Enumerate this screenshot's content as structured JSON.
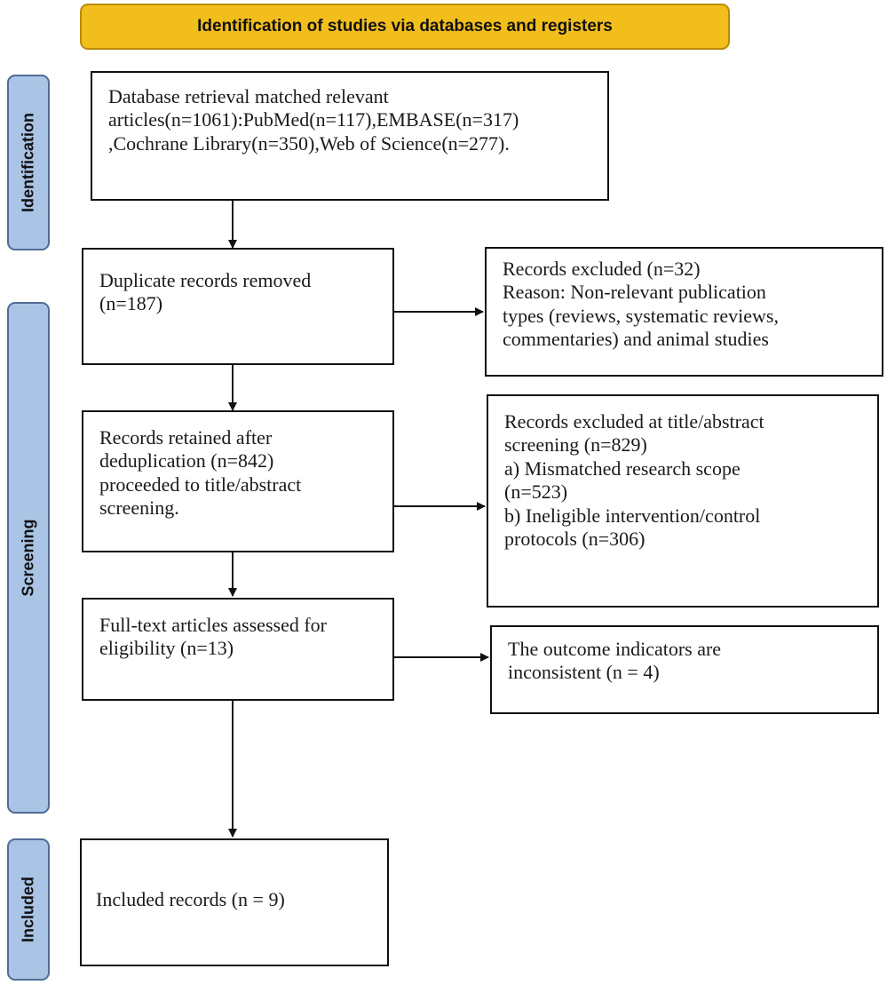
{
  "header": {
    "title": "Identification of studies via databases and registers"
  },
  "stages": {
    "identification": "Identification",
    "screening": "Screening",
    "included": "Included"
  },
  "boxes": {
    "database_retrieval": "Database retrieval matched relevant\narticles(n=1061):PubMed(n=117),EMBASE(n=317)\n,Cochrane Library(n=350),Web of Science(n=277).",
    "duplicates_removed": "Duplicate records removed\n(n=187)",
    "excluded_types": "Records excluded (n=32)\nReason: Non-relevant publication\ntypes (reviews, systematic reviews,\ncommentaries) and animal studies",
    "retained": "Records retained after\ndeduplication (n=842)\nproceeded to title/abstract\nscreening.",
    "excluded_screening": "Records excluded at title/abstract\nscreening (n=829)\n    a) Mismatched research scope\n(n=523)\n      b) Ineligible intervention/control\nprotocols (n=306)",
    "full_text": "Full-text articles assessed for\neligibility (n=13)",
    "inconsistent_outcomes": "The outcome indicators are\ninconsistent (n = 4)",
    "included": "Included records (n = 9)"
  },
  "colors": {
    "banner_fill": "#f2be1c",
    "banner_border": "#b98b05",
    "stage_fill": "#a9c4e4",
    "stage_border": "#4f6d96",
    "line": "#111111"
  }
}
